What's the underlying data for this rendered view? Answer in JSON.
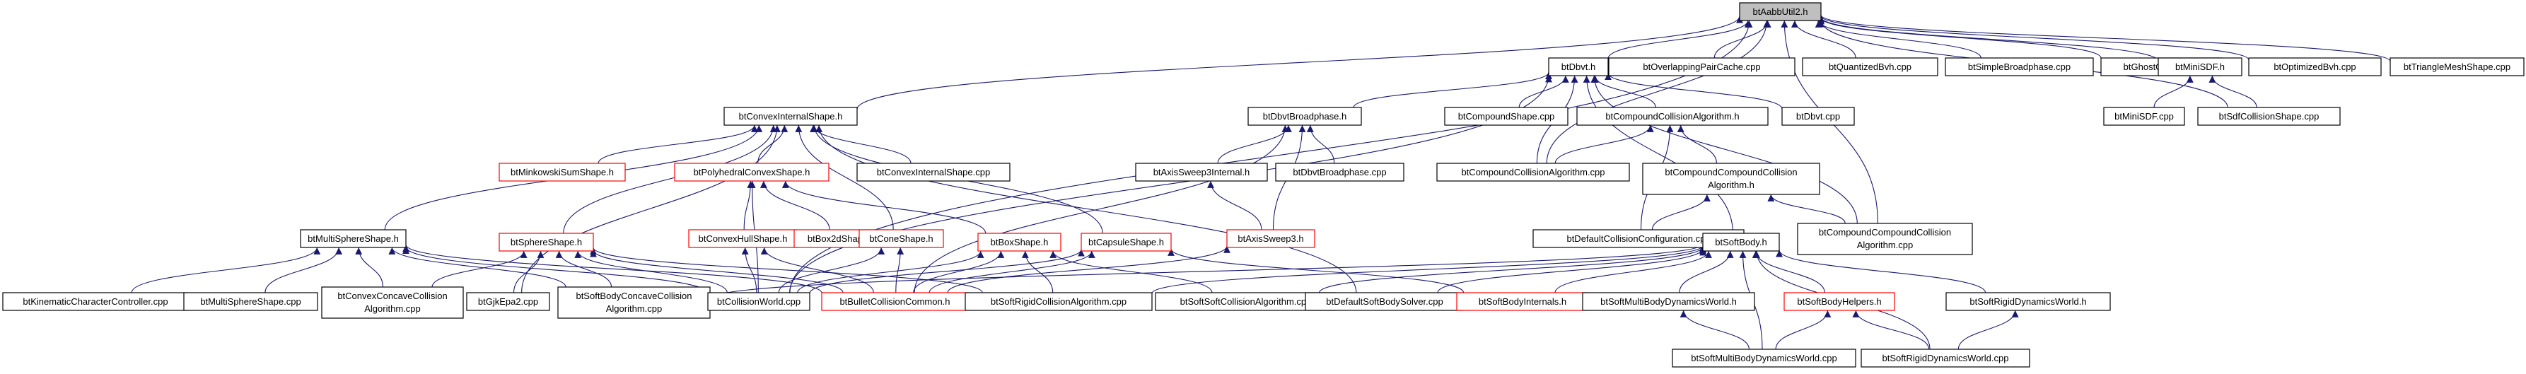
{
  "diagram": {
    "title": "btAabbUtil2.h include dependency graph",
    "colors": {
      "edge": "#191970",
      "root_fill": "#bfbfbf",
      "node_fill": "#ffffff",
      "node_border": "#000000",
      "missing_border": "#ff0000"
    },
    "nodes": [
      {
        "id": "root",
        "label": "btAabbUtil2.h",
        "style": "root"
      },
      {
        "id": "dbvt_h",
        "label": "btDbvt.h",
        "style": "normal"
      },
      {
        "id": "overlap",
        "label": "btOverlappingPairCache.cpp",
        "style": "normal"
      },
      {
        "id": "quantbvh",
        "label": "btQuantizedBvh.cpp",
        "style": "normal"
      },
      {
        "id": "simplebp",
        "label": "btSimpleBroadphase.cpp",
        "style": "normal"
      },
      {
        "id": "ghost",
        "label": "btGhostObject.cpp",
        "style": "normal"
      },
      {
        "id": "minisdf_h",
        "label": "btMiniSDF.h",
        "style": "normal"
      },
      {
        "id": "optbvh",
        "label": "btOptimizedBvh.cpp",
        "style": "normal"
      },
      {
        "id": "trimesh",
        "label": "btTriangleMeshShape.cpp",
        "style": "normal"
      },
      {
        "id": "convexint_h",
        "label": "btConvexInternalShape.h",
        "style": "normal"
      },
      {
        "id": "dbvtbp_h",
        "label": "btDbvtBroadphase.h",
        "style": "normal"
      },
      {
        "id": "compshape",
        "label": "btCompoundShape.cpp",
        "style": "normal"
      },
      {
        "id": "compcolalg_h",
        "label": "btCompoundCollisionAlgorithm.h",
        "style": "normal"
      },
      {
        "id": "dbvt_cpp",
        "label": "btDbvt.cpp",
        "style": "normal"
      },
      {
        "id": "minisdf_cpp",
        "label": "btMiniSDF.cpp",
        "style": "normal"
      },
      {
        "id": "sdfshape",
        "label": "btSdfCollisionShape.cpp",
        "style": "normal"
      },
      {
        "id": "minksum",
        "label": "btMinkowskiSumShape.h",
        "style": "missing"
      },
      {
        "id": "polyconvex",
        "label": "btPolyhedralConvexShape.h",
        "style": "missing"
      },
      {
        "id": "convexint_cpp",
        "label": "btConvexInternalShape.cpp",
        "style": "normal"
      },
      {
        "id": "axissweep_int",
        "label": "btAxisSweep3Internal.h",
        "style": "normal"
      },
      {
        "id": "dbvtbp_cpp",
        "label": "btDbvtBroadphase.cpp",
        "style": "normal"
      },
      {
        "id": "compcolalg_cpp",
        "label": "btCompoundCollisionAlgorithm.cpp",
        "style": "normal"
      },
      {
        "id": "compcompalg_h",
        "label": "btCompoundCompoundCollision Algorithm.h",
        "line1": "btCompoundCompoundCollision",
        "line2": "Algorithm.h",
        "style": "normal"
      },
      {
        "id": "multisphere_h",
        "label": "btMultiSphereShape.h",
        "style": "normal"
      },
      {
        "id": "convexhull",
        "label": "btConvexHullShape.h",
        "style": "missing"
      },
      {
        "id": "box2d",
        "label": "btBox2dShape.h",
        "style": "missing"
      },
      {
        "id": "cone",
        "label": "btConeShape.h",
        "style": "missing"
      },
      {
        "id": "axissweep3",
        "label": "btAxisSweep3.h",
        "style": "missing"
      },
      {
        "id": "defaultcolcfg",
        "label": "btDefaultCollisionConfiguration.cpp",
        "style": "normal"
      },
      {
        "id": "compcompalg_cpp",
        "label": "btCompoundCompoundCollision Algorithm.cpp",
        "line1": "btCompoundCompoundCollision",
        "line2": "Algorithm.cpp",
        "style": "normal"
      },
      {
        "id": "sphere",
        "label": "btSphereShape.h",
        "style": "missing"
      },
      {
        "id": "boxshape",
        "label": "btBoxShape.h",
        "style": "missing"
      },
      {
        "id": "capsule",
        "label": "btCapsuleShape.h",
        "style": "missing"
      },
      {
        "id": "softbody_h",
        "label": "btSoftBody.h",
        "style": "normal"
      },
      {
        "id": "kinchar",
        "label": "btKinematicCharacterController.cpp",
        "style": "normal"
      },
      {
        "id": "multisphere_cpp",
        "label": "btMultiSphereShape.cpp",
        "style": "normal"
      },
      {
        "id": "convconcave",
        "label": "btConvexConcaveCollision Algorithm.cpp",
        "line1": "btConvexConcaveCollision",
        "line2": "Algorithm.cpp",
        "style": "normal"
      },
      {
        "id": "gjkepa2",
        "label": "btGjkEpa2.cpp",
        "style": "normal"
      },
      {
        "id": "softconcave",
        "label": "btSoftBodyConcaveCollision Algorithm.cpp",
        "line1": "btSoftBodyConcaveCollision",
        "line2": "Algorithm.cpp",
        "style": "normal"
      },
      {
        "id": "colworld",
        "label": "btCollisionWorld.cpp",
        "style": "normal"
      },
      {
        "id": "bulletcommon",
        "label": "btBulletCollisionCommon.h",
        "style": "missing"
      },
      {
        "id": "softrigidalg",
        "label": "btSoftRigidCollisionAlgorithm.cpp",
        "style": "normal"
      },
      {
        "id": "softsoftalg",
        "label": "btSoftSoftCollisionAlgorithm.cpp",
        "style": "normal"
      },
      {
        "id": "defsoftsolver",
        "label": "btDefaultSoftBodySolver.cpp",
        "style": "normal"
      },
      {
        "id": "softinternals",
        "label": "btSoftBodyInternals.h",
        "style": "missing"
      },
      {
        "id": "softmbworld_h",
        "label": "btSoftMultiBodyDynamicsWorld.h",
        "style": "normal"
      },
      {
        "id": "softhelpers",
        "label": "btSoftBodyHelpers.h",
        "style": "missing"
      },
      {
        "id": "softrigidworld_h",
        "label": "btSoftRigidDynamicsWorld.h",
        "style": "normal"
      },
      {
        "id": "softmbworld_cpp",
        "label": "btSoftMultiBodyDynamicsWorld.cpp",
        "style": "normal"
      },
      {
        "id": "softrigidworld_cpp",
        "label": "btSoftRigidDynamicsWorld.cpp",
        "style": "normal"
      }
    ],
    "edges": [
      [
        "root",
        "dbvt_h"
      ],
      [
        "root",
        "overlap"
      ],
      [
        "root",
        "quantbvh"
      ],
      [
        "root",
        "simplebp"
      ],
      [
        "root",
        "ghost"
      ],
      [
        "root",
        "minisdf_h"
      ],
      [
        "root",
        "optbvh"
      ],
      [
        "root",
        "trimesh"
      ],
      [
        "root",
        "convexint_h"
      ],
      [
        "root",
        "compcolalg_cpp"
      ],
      [
        "root",
        "compcompalg_cpp"
      ],
      [
        "root",
        "sdfshape"
      ],
      [
        "root",
        "colworld"
      ],
      [
        "dbvt_h",
        "dbvtbp_h"
      ],
      [
        "dbvt_h",
        "compshape"
      ],
      [
        "dbvt_h",
        "compcolalg_h"
      ],
      [
        "dbvt_h",
        "dbvt_cpp"
      ],
      [
        "dbvt_h",
        "compcolalg_cpp"
      ],
      [
        "dbvt_h",
        "compcompalg_cpp"
      ],
      [
        "dbvt_h",
        "softbody_h"
      ],
      [
        "dbvt_h",
        "colworld"
      ],
      [
        "minisdf_h",
        "minisdf_cpp"
      ],
      [
        "minisdf_h",
        "sdfshape"
      ],
      [
        "convexint_h",
        "minksum"
      ],
      [
        "convexint_h",
        "polyconvex"
      ],
      [
        "convexint_h",
        "convexint_cpp"
      ],
      [
        "convexint_h",
        "multisphere_h"
      ],
      [
        "convexint_h",
        "sphere"
      ],
      [
        "convexint_h",
        "cone"
      ],
      [
        "convexint_h",
        "capsule"
      ],
      [
        "convexint_h",
        "gjkepa2"
      ],
      [
        "convexint_h",
        "defsoftsolver"
      ],
      [
        "dbvtbp_h",
        "axissweep_int"
      ],
      [
        "dbvtbp_h",
        "dbvtbp_cpp"
      ],
      [
        "dbvtbp_h",
        "axissweep3"
      ],
      [
        "dbvtbp_h",
        "bulletcommon"
      ],
      [
        "compcolalg_h",
        "compcolalg_cpp"
      ],
      [
        "compcolalg_h",
        "compcompalg_h"
      ],
      [
        "compcolalg_h",
        "defaultcolcfg"
      ],
      [
        "compcompalg_h",
        "defaultcolcfg"
      ],
      [
        "compcompalg_h",
        "compcompalg_cpp"
      ],
      [
        "axissweep_int",
        "axissweep3"
      ],
      [
        "polyconvex",
        "convexhull"
      ],
      [
        "polyconvex",
        "box2d"
      ],
      [
        "polyconvex",
        "boxshape"
      ],
      [
        "polyconvex",
        "colworld"
      ],
      [
        "multisphere_h",
        "kinchar"
      ],
      [
        "multisphere_h",
        "multisphere_cpp"
      ],
      [
        "multisphere_h",
        "convconcave"
      ],
      [
        "multisphere_h",
        "colworld"
      ],
      [
        "multisphere_h",
        "softconcave"
      ],
      [
        "multisphere_h",
        "bulletcommon"
      ],
      [
        "convexhull",
        "colworld"
      ],
      [
        "convexhull",
        "bulletcommon"
      ],
      [
        "cone",
        "bulletcommon"
      ],
      [
        "cone",
        "colworld"
      ],
      [
        "axissweep3",
        "bulletcommon"
      ],
      [
        "sphere",
        "convconcave"
      ],
      [
        "sphere",
        "gjkepa2"
      ],
      [
        "sphere",
        "softconcave"
      ],
      [
        "sphere",
        "colworld"
      ],
      [
        "sphere",
        "bulletcommon"
      ],
      [
        "sphere",
        "softrigidalg"
      ],
      [
        "boxshape",
        "bulletcommon"
      ],
      [
        "boxshape",
        "softrigidalg"
      ],
      [
        "boxshape",
        "softsoftalg"
      ],
      [
        "boxshape",
        "colworld"
      ],
      [
        "capsule",
        "bulletcommon"
      ],
      [
        "capsule",
        "softinternals"
      ],
      [
        "capsule",
        "colworld"
      ],
      [
        "softbody_h",
        "softinternals"
      ],
      [
        "softbody_h",
        "softmbworld_h"
      ],
      [
        "softbody_h",
        "softhelpers"
      ],
      [
        "softbody_h",
        "softrigidworld_h"
      ],
      [
        "softbody_h",
        "softmbworld_cpp"
      ],
      [
        "softbody_h",
        "softrigidworld_cpp"
      ],
      [
        "softbody_h",
        "softconcave"
      ],
      [
        "softbody_h",
        "softrigidalg"
      ],
      [
        "softbody_h",
        "softsoftalg"
      ],
      [
        "softbody_h",
        "defsoftsolver"
      ],
      [
        "softmbworld_h",
        "softmbworld_cpp"
      ],
      [
        "softhelpers",
        "softmbworld_cpp"
      ],
      [
        "softhelpers",
        "softrigidworld_cpp"
      ],
      [
        "softrigidworld_h",
        "softrigidworld_cpp"
      ]
    ]
  }
}
